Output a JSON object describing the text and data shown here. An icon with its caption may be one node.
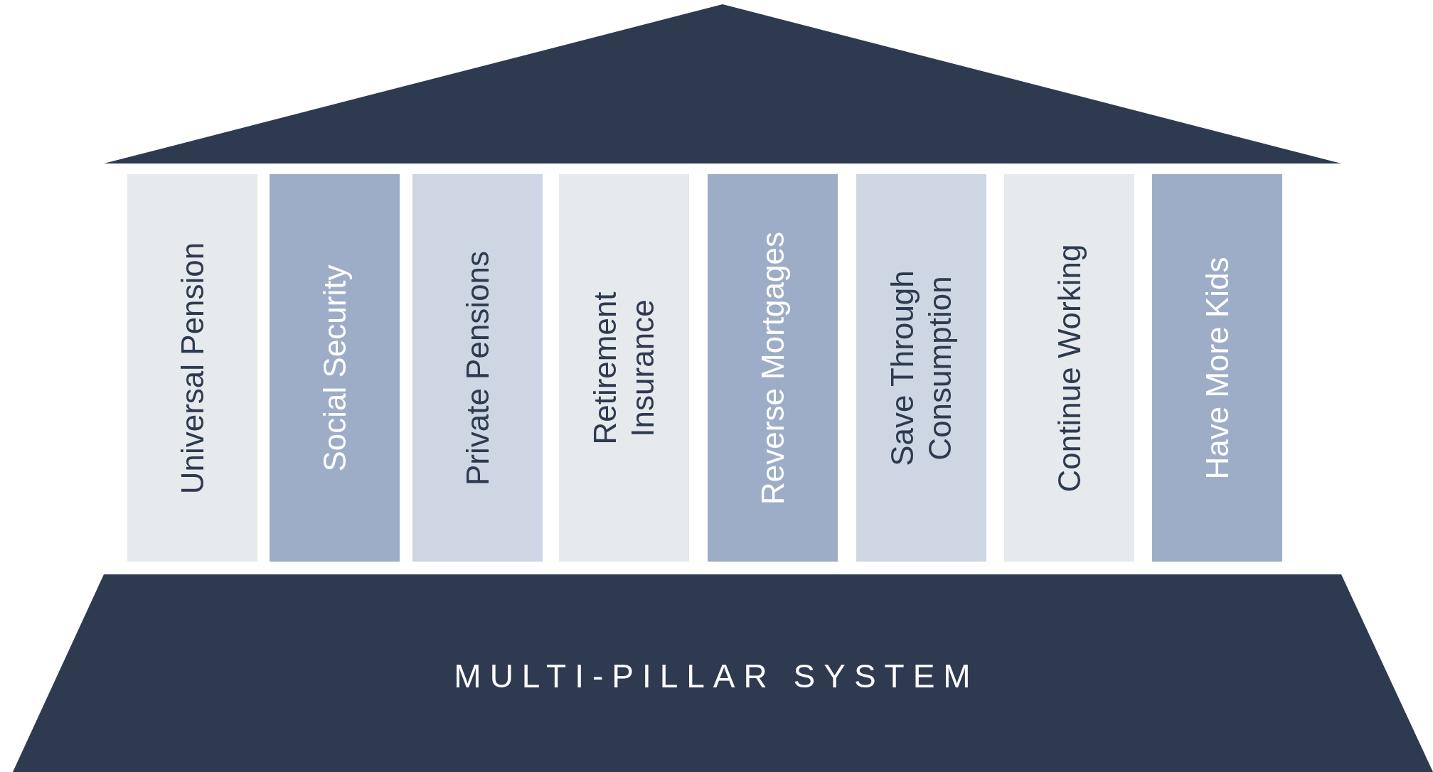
{
  "diagram": {
    "nodes": [
      {
        "text": [],
        "shape": "triangle"
      },
      {
        "text": [
          "Universal Pension"
        ]
      },
      {
        "text": [
          "Social Security"
        ]
      },
      {
        "text": [
          "Private Pensions"
        ]
      },
      {
        "text": [
          "Retirement Insurance"
        ]
      },
      {
        "text": [
          "Reverse Mortgages"
        ]
      },
      {
        "text": [
          "Save Through Consumption"
        ]
      },
      {
        "text": [
          "Continue Working"
        ]
      },
      {
        "text": [
          "Have More Kids"
        ]
      },
      {
        "text": [
          "MULTI-PILLAR SYSTEM"
        ]
      }
    ]
  }
}
